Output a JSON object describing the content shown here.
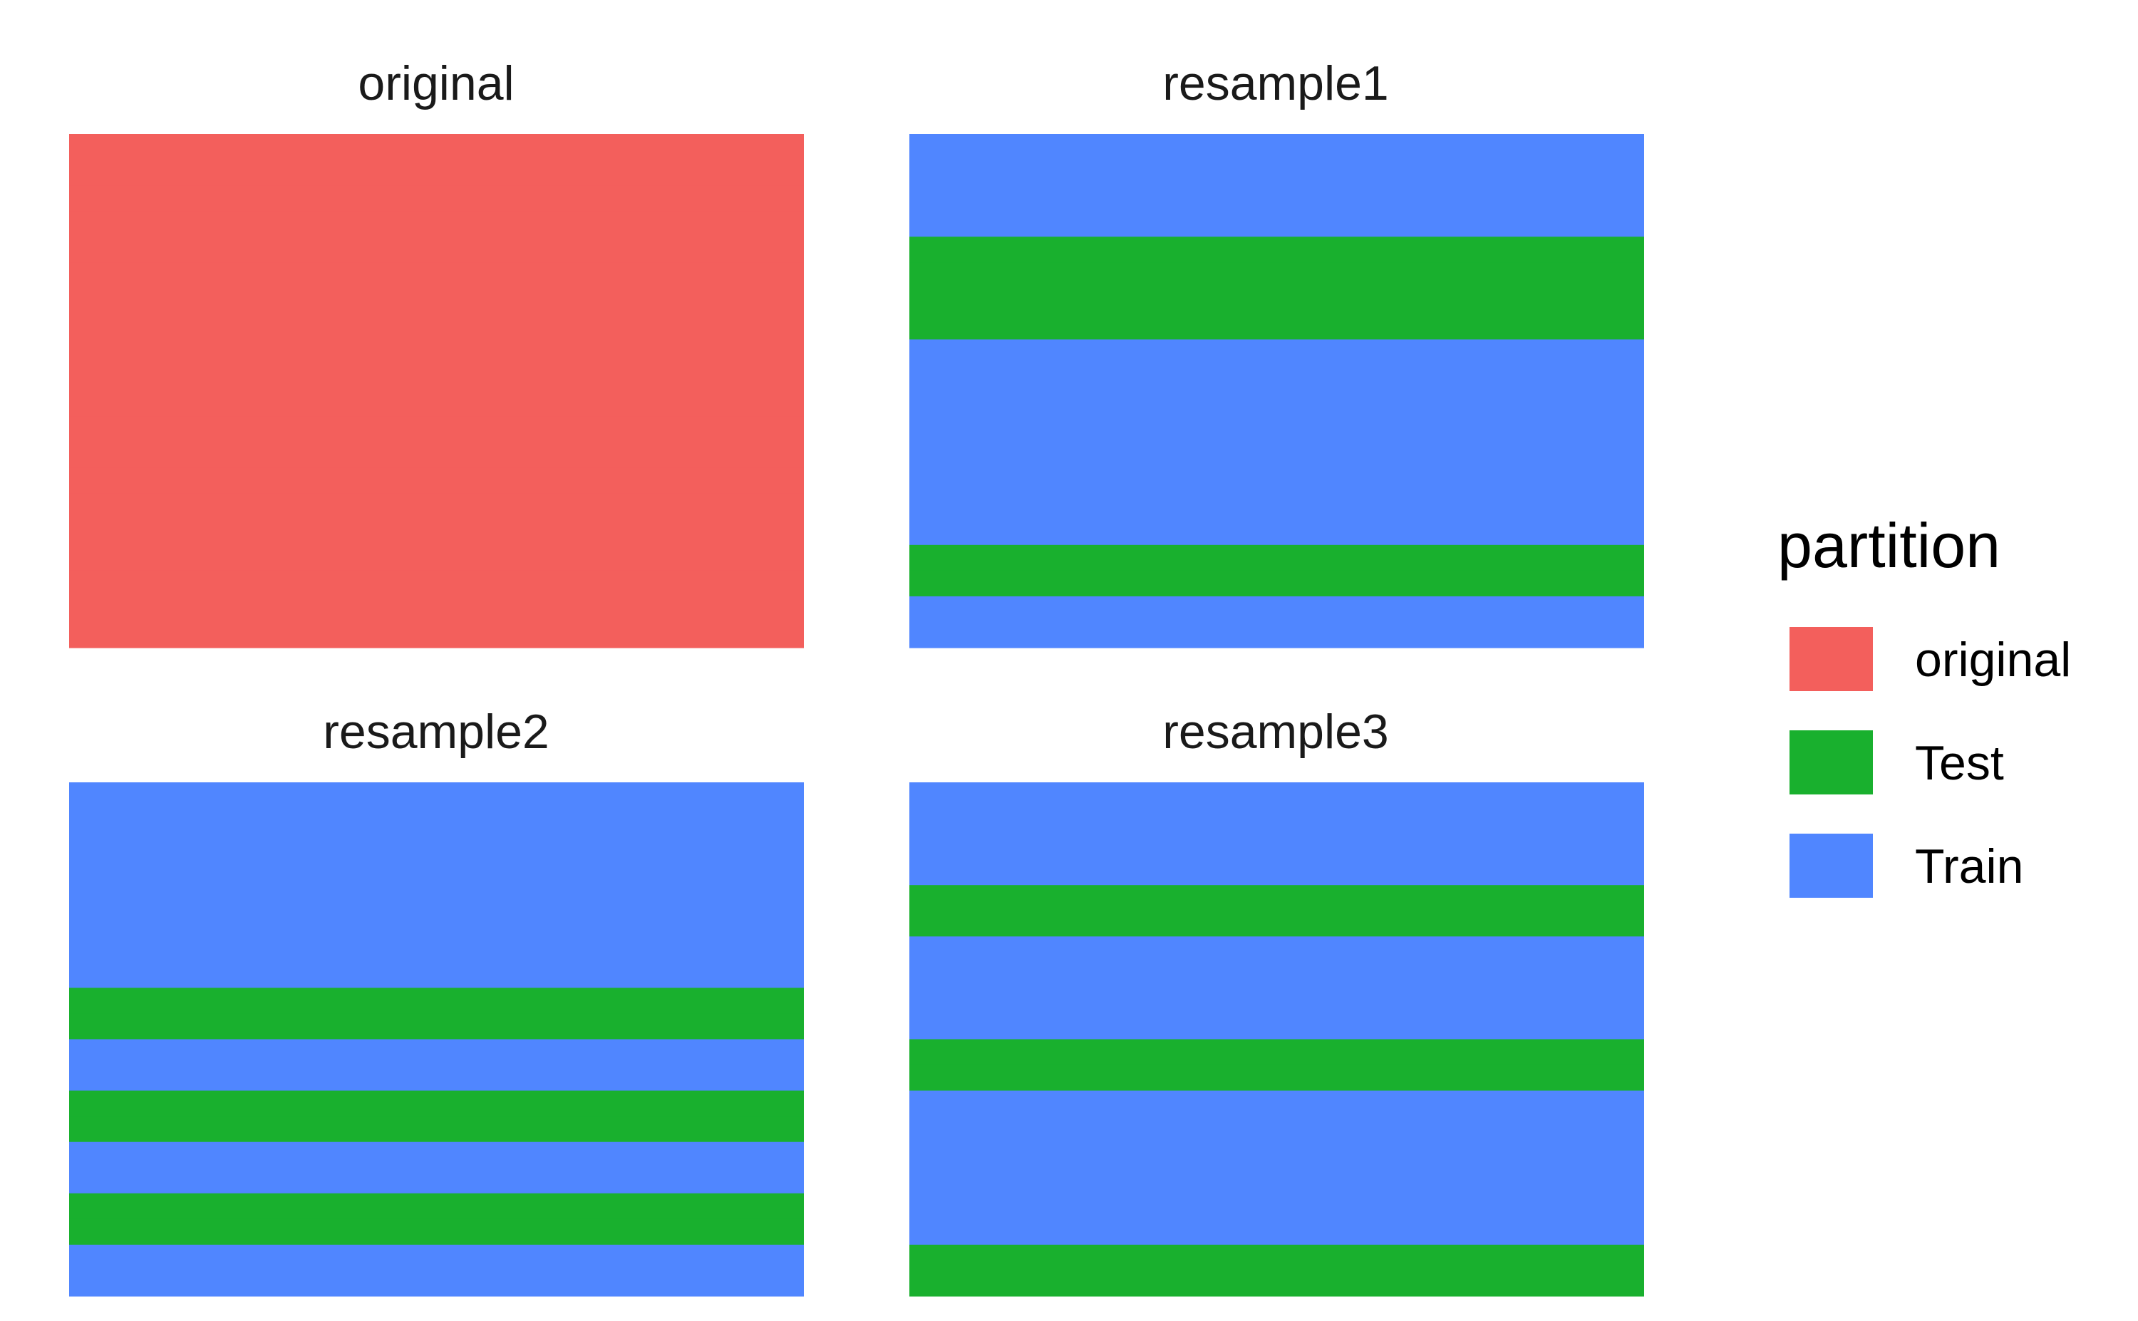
{
  "chart_data": {
    "type": "bar",
    "description_free": true,
    "row_count": 20,
    "colors": {
      "original": "#F35F5C",
      "Test": "#19B02E",
      "Train": "#5086FF"
    },
    "panels": [
      {
        "title": "original",
        "rows": [
          "original",
          "original",
          "original",
          "original",
          "original",
          "original",
          "original",
          "original",
          "original",
          "original",
          "original",
          "original",
          "original",
          "original",
          "original",
          "original",
          "original",
          "original",
          "original",
          "original"
        ]
      },
      {
        "title": "resample1",
        "rows": [
          "Train",
          "Train",
          "Train",
          "Train",
          "Test",
          "Test",
          "Test",
          "Test",
          "Train",
          "Train",
          "Train",
          "Train",
          "Train",
          "Train",
          "Train",
          "Train",
          "Test",
          "Test",
          "Train",
          "Train"
        ]
      },
      {
        "title": "resample2",
        "rows": [
          "Train",
          "Train",
          "Train",
          "Train",
          "Train",
          "Train",
          "Train",
          "Train",
          "Test",
          "Test",
          "Train",
          "Train",
          "Test",
          "Test",
          "Train",
          "Train",
          "Test",
          "Test",
          "Train",
          "Train"
        ]
      },
      {
        "title": "resample3",
        "rows": [
          "Train",
          "Train",
          "Train",
          "Train",
          "Test",
          "Test",
          "Train",
          "Train",
          "Train",
          "Train",
          "Test",
          "Test",
          "Train",
          "Train",
          "Train",
          "Train",
          "Train",
          "Train",
          "Test",
          "Test"
        ]
      }
    ],
    "legend": {
      "title": "partition",
      "entries": [
        "original",
        "Test",
        "Train"
      ]
    }
  }
}
